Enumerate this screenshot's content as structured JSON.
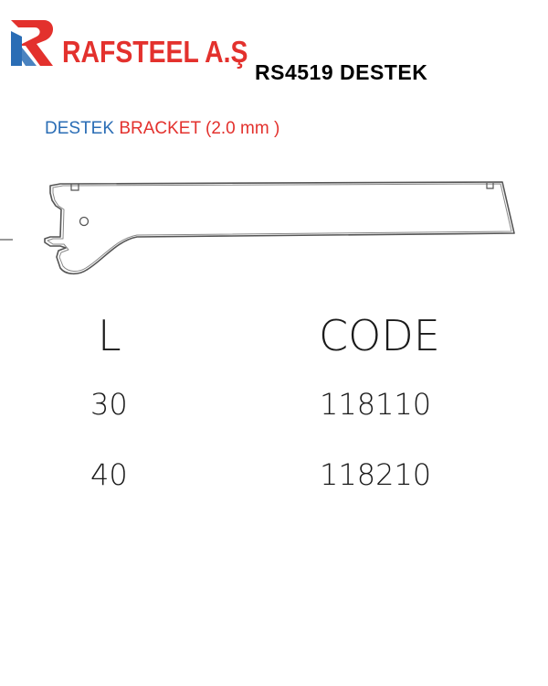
{
  "header": {
    "brand": "RAFSTEEL A.Ş",
    "product_title": "RS4519 DESTEK"
  },
  "subtitle": {
    "part_tr": "DESTEK",
    "part_en": "BRACKET (2.0 mm )"
  },
  "table": {
    "headers": [
      "L",
      "CODE"
    ],
    "rows": [
      [
        "30",
        "118110"
      ],
      [
        "40",
        "118210"
      ]
    ]
  },
  "colors": {
    "brand_red": "#e3312d",
    "brand_blue": "#2a6db5"
  },
  "icons": {
    "logo": "rafsteel-r-logo-icon",
    "drawing": "bracket-drawing-icon"
  }
}
